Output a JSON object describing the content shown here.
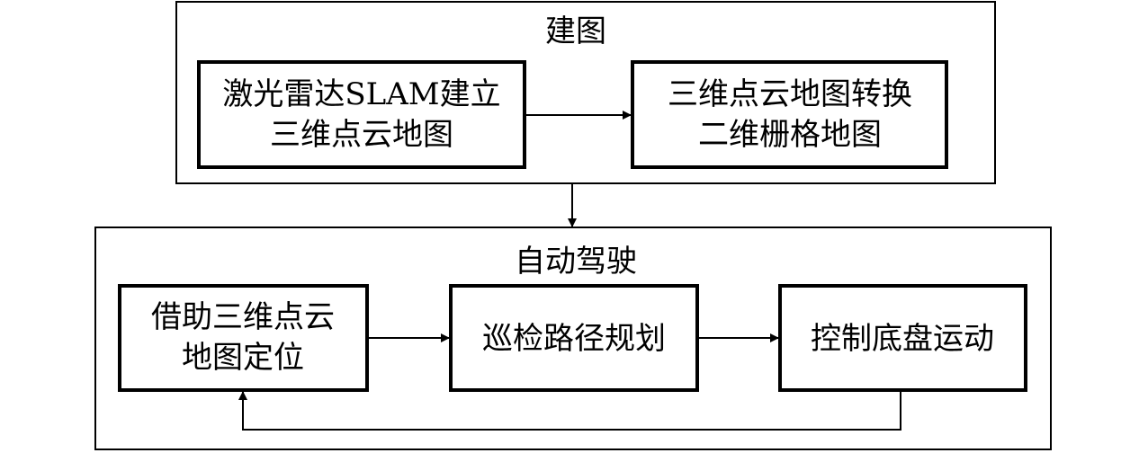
{
  "groups": {
    "mapping": {
      "title": "建图"
    },
    "driving": {
      "title": "自动驾驶"
    }
  },
  "nodes": {
    "slam": {
      "lines": [
        "激光雷达SLAM建立",
        "三维点云地图"
      ]
    },
    "convert": {
      "lines": [
        "三维点云地图转换",
        "二维栅格地图"
      ]
    },
    "localize": {
      "lines": [
        "借助三维点云",
        "地图定位"
      ]
    },
    "plan": {
      "lines": [
        "巡检路径规划"
      ]
    },
    "control": {
      "lines": [
        "控制底盘运动"
      ]
    }
  },
  "colors": {
    "stroke": "#000000",
    "background": "#ffffff"
  }
}
